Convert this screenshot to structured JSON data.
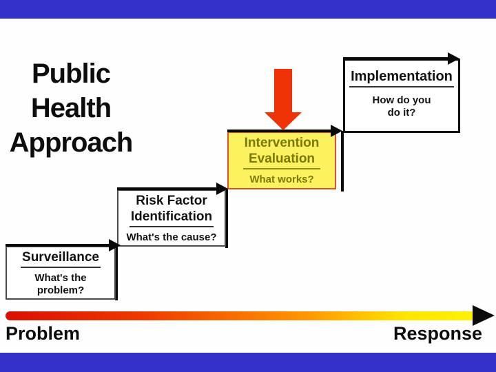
{
  "slide": {
    "title": "Public\nHealth\nApproach",
    "steps": [
      {
        "id": "surveillance",
        "title": "Surveillance",
        "question": "What's the\nproblem?"
      },
      {
        "id": "risk-factor",
        "title": "Risk Factor\nIdentification",
        "question": "What's the cause?"
      },
      {
        "id": "intervention",
        "title": "Intervention\nEvaluation",
        "question": "What works?",
        "highlighted": true
      },
      {
        "id": "implementation",
        "title": "Implementation",
        "question": "How do you\ndo it?"
      }
    ],
    "axis": {
      "left_label": "Problem",
      "right_label": "Response"
    },
    "icons": {
      "red_down_arrow": "red-down-arrow-icon",
      "step_arrows": "right-arrow-icon",
      "gradient_arrow": "problem-to-response-arrow"
    }
  },
  "colors": {
    "blue_bar": "#3431c8",
    "red_arrow": "#f03208",
    "highlight_fill": "#fcf25f",
    "highlight_border": "#e2502c",
    "highlight_text": "#7a7800",
    "gradient_start": "#d90e00",
    "gradient_end": "#fff100"
  }
}
